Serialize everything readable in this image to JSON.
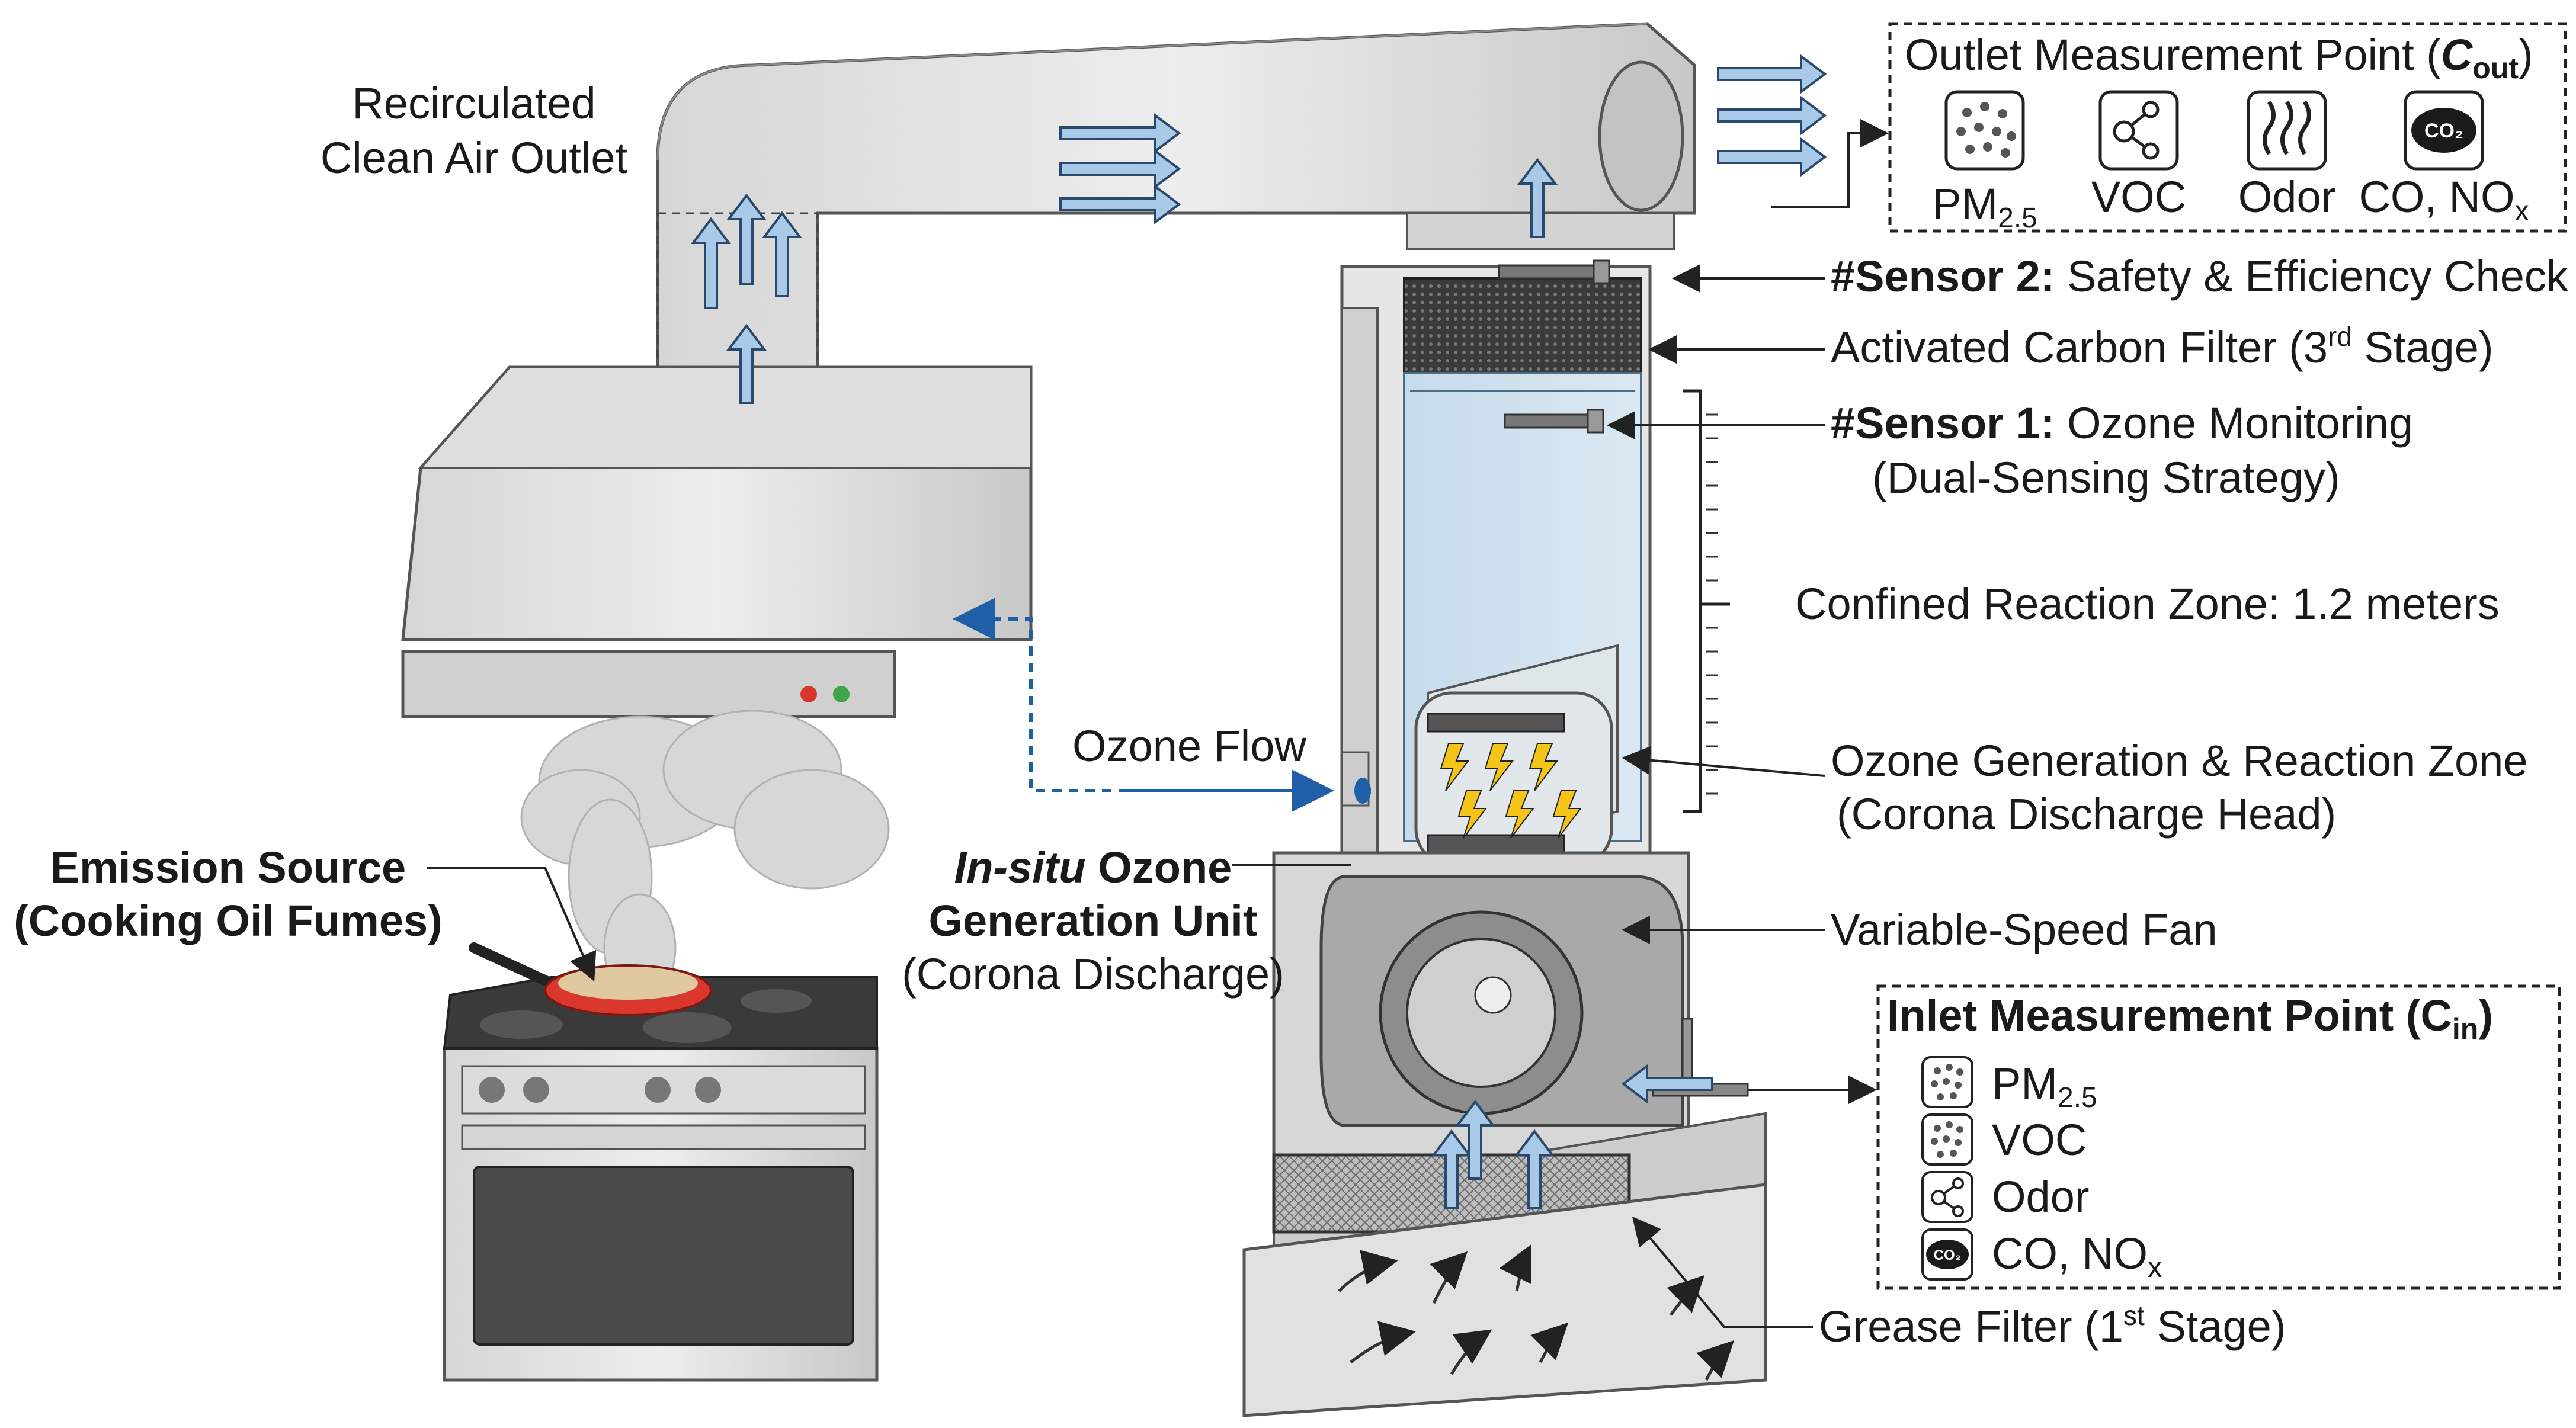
{
  "labels": {
    "recirc_line1": "Recirculated",
    "recirc_line2": "Clean Air Outlet",
    "emission_line1": "Emission Source",
    "emission_line2": "(Cooking Oil Fumes)",
    "ozone_flow": "Ozone Flow",
    "insitu_italic": "In-situ",
    "insitu_rest": " Ozone",
    "insitu_line2": "Generation Unit",
    "insitu_line3": "(Corona Discharge)",
    "sensor2_bold": "#Sensor 2:",
    "sensor2_rest": " Safety & Efficiency Check",
    "carbon_pre": "Activated Carbon Filter (3",
    "carbon_sup": "rd",
    "carbon_post": " Stage)",
    "sensor1_bold": "#Sensor 1:",
    "sensor1_rest": " Ozone Monitoring",
    "sensor1_line2": "(Dual-Sensing Strategy)",
    "confined": "Confined Reaction Zone: 1.2 meters",
    "ozonegen_line1": "Ozone Generation & Reaction Zone",
    "ozonegen_line2": "(Corona Discharge Head)",
    "fan": "Variable-Speed Fan",
    "grease_pre": "Grease Filter (1",
    "grease_sup": "st",
    "grease_post": " Stage)"
  },
  "outlet_box": {
    "title_pre": "Outlet Measurement Point (",
    "title_sym": "C",
    "title_sub": "out",
    "title_post": ")",
    "items": [
      {
        "label": "PM",
        "sub": "2.5",
        "icon": "particles-icon"
      },
      {
        "label": "VOC",
        "sub": "",
        "icon": "molecule-icon"
      },
      {
        "label": "Odor",
        "sub": "",
        "icon": "odor-waves-icon"
      },
      {
        "label": "CO, NO",
        "sub": "x",
        "icon": "co2-icon",
        "icon_text": "CO₂"
      }
    ]
  },
  "inlet_box": {
    "title_pre": "Inlet Measurement Point (C",
    "title_sub": "in",
    "title_post": ")",
    "items": [
      {
        "label": "PM",
        "sub": "2.5",
        "icon": "particles-icon"
      },
      {
        "label": "VOC",
        "sub": "",
        "icon": "particles-icon"
      },
      {
        "label": "Odor",
        "sub": "",
        "icon": "molecule-icon"
      },
      {
        "label": "CO, NO",
        "sub": "x",
        "icon": "co2-icon",
        "icon_text": "CO₂"
      }
    ]
  },
  "colors": {
    "arrow_fill": "#a9c9e8",
    "arrow_stroke": "#2b4a6b",
    "ozone_flow_line": "#1f5fa8",
    "metal_light": "#e4e4e4",
    "metal_mid": "#c9c9c9",
    "glass": "#cfe2f0",
    "pan_red": "#d9372b"
  }
}
